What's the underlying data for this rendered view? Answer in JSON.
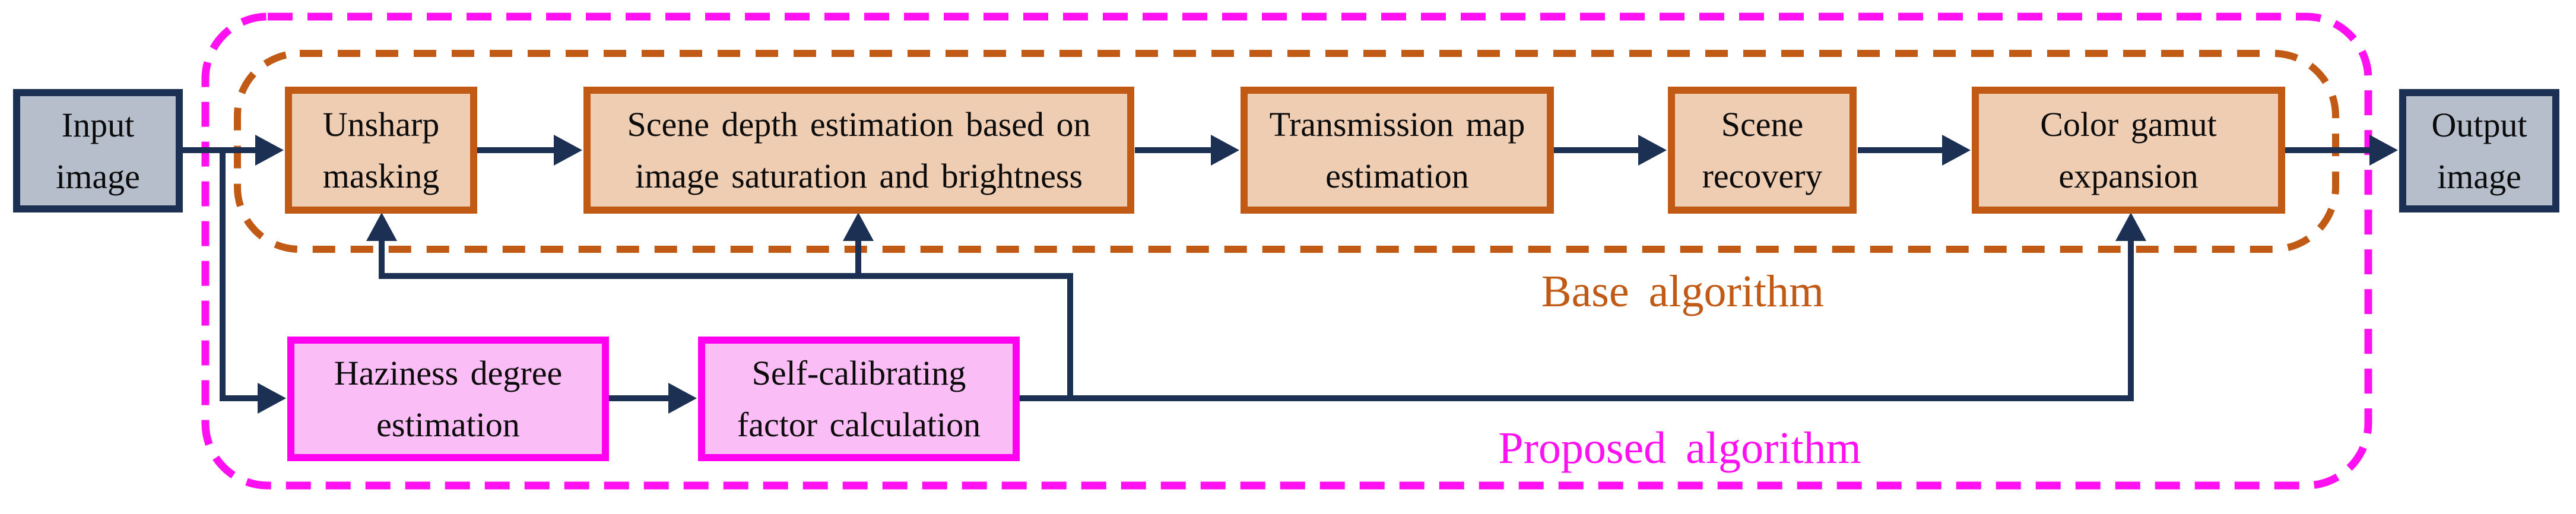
{
  "colors": {
    "navy": "#1C3054",
    "io_fill": "#B6BECC",
    "orange_border": "#C05A15",
    "orange_fill": "#EFCDB3",
    "pink_border": "#FF00F0",
    "pink_fill": "#FBBDF5",
    "magenta": "#FF10F0",
    "label_orange": "#C05A15"
  },
  "nodes": {
    "input": {
      "label": "Input image"
    },
    "unsharp": {
      "label": "Unsharp masking"
    },
    "scene_depth": {
      "label": "Scene depth estimation based on image saturation and brightness"
    },
    "transmission": {
      "label": "Transmission map estimation"
    },
    "scene_recovery": {
      "label": "Scene recovery"
    },
    "color_gamut": {
      "label": "Color gamut expansion"
    },
    "output": {
      "label": "Output image"
    },
    "haziness": {
      "label": "Haziness degree estimation"
    },
    "self_calibrating": {
      "label": "Self-calibrating factor calculation"
    }
  },
  "regions": {
    "base": {
      "label": "Base algorithm"
    },
    "proposed": {
      "label": "Proposed algorithm"
    }
  },
  "edges": [
    {
      "from": "input",
      "to": "unsharp"
    },
    {
      "from": "input",
      "to": "haziness"
    },
    {
      "from": "unsharp",
      "to": "scene_depth"
    },
    {
      "from": "scene_depth",
      "to": "transmission"
    },
    {
      "from": "transmission",
      "to": "scene_recovery"
    },
    {
      "from": "scene_recovery",
      "to": "color_gamut"
    },
    {
      "from": "color_gamut",
      "to": "output"
    },
    {
      "from": "haziness",
      "to": "self_calibrating"
    },
    {
      "from": "self_calibrating",
      "to": "unsharp"
    },
    {
      "from": "self_calibrating",
      "to": "scene_depth"
    },
    {
      "from": "self_calibrating",
      "to": "color_gamut"
    }
  ]
}
